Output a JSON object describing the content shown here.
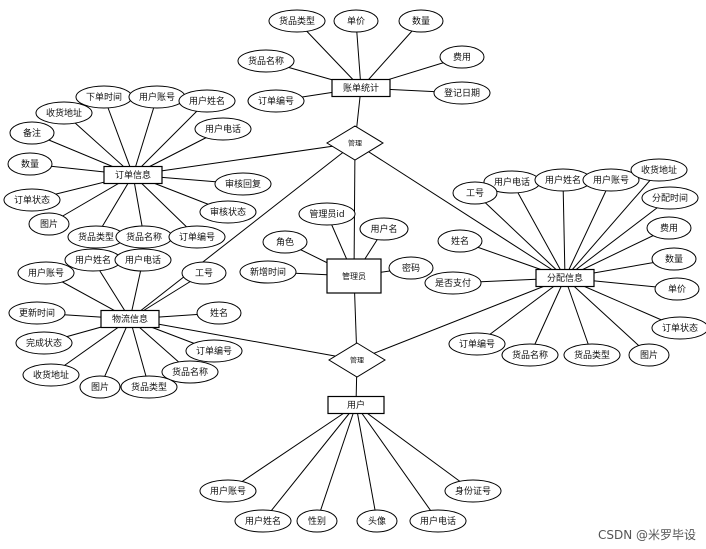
{
  "entities": {
    "bill": "账单统计",
    "order": "订单信息",
    "logistics": "物流信息",
    "admin": "管理员",
    "assign": "分配信息",
    "user": "用户"
  },
  "relations": {
    "r_top": "管理",
    "r_bottom": "管理"
  },
  "attributes": {
    "b1": "货品类型",
    "b2": "单价",
    "b3": "数量",
    "b4": "货品名称",
    "b5": "费用",
    "b6": "订单编号",
    "b7": "登记日期",
    "o1": "下单时间",
    "o2": "用户账号",
    "o3": "收货地址",
    "o4": "用户姓名",
    "o5": "备注",
    "o6": "用户电话",
    "o7": "数量",
    "o8": "审核回复",
    "o9": "订单状态",
    "o10": "审核状态",
    "o11": "图片",
    "o12": "货品类型",
    "o13": "货品名称",
    "o14": "订单编号",
    "l1": "用户姓名",
    "l2": "用户电话",
    "l3": "用户账号",
    "l4": "工号",
    "l5": "更新时间",
    "l6": "姓名",
    "l7": "完成状态",
    "l8": "订单编号",
    "l9": "收货地址",
    "l10": "货品名称",
    "l11": "图片",
    "l12": "货品类型",
    "a1": "管理员id",
    "a2": "用户名",
    "a3": "角色",
    "a4": "新增时间",
    "a5": "密码",
    "s1": "用户电话",
    "s2": "用户姓名",
    "s3": "用户账号",
    "s4": "收货地址",
    "s5": "工号",
    "s6": "分配时间",
    "s7": "姓名",
    "s8": "费用",
    "s9": "数量",
    "s10": "是否支付",
    "s11": "单价",
    "s12": "订单状态",
    "s13": "订单编号",
    "s14": "货品名称",
    "s15": "货品类型",
    "s16": "图片",
    "u1": "用户账号",
    "u2": "身份证号",
    "u3": "用户姓名",
    "u4": "性别",
    "u5": "头像",
    "u6": "用户电话"
  },
  "watermark": "CSDN @米罗毕设"
}
